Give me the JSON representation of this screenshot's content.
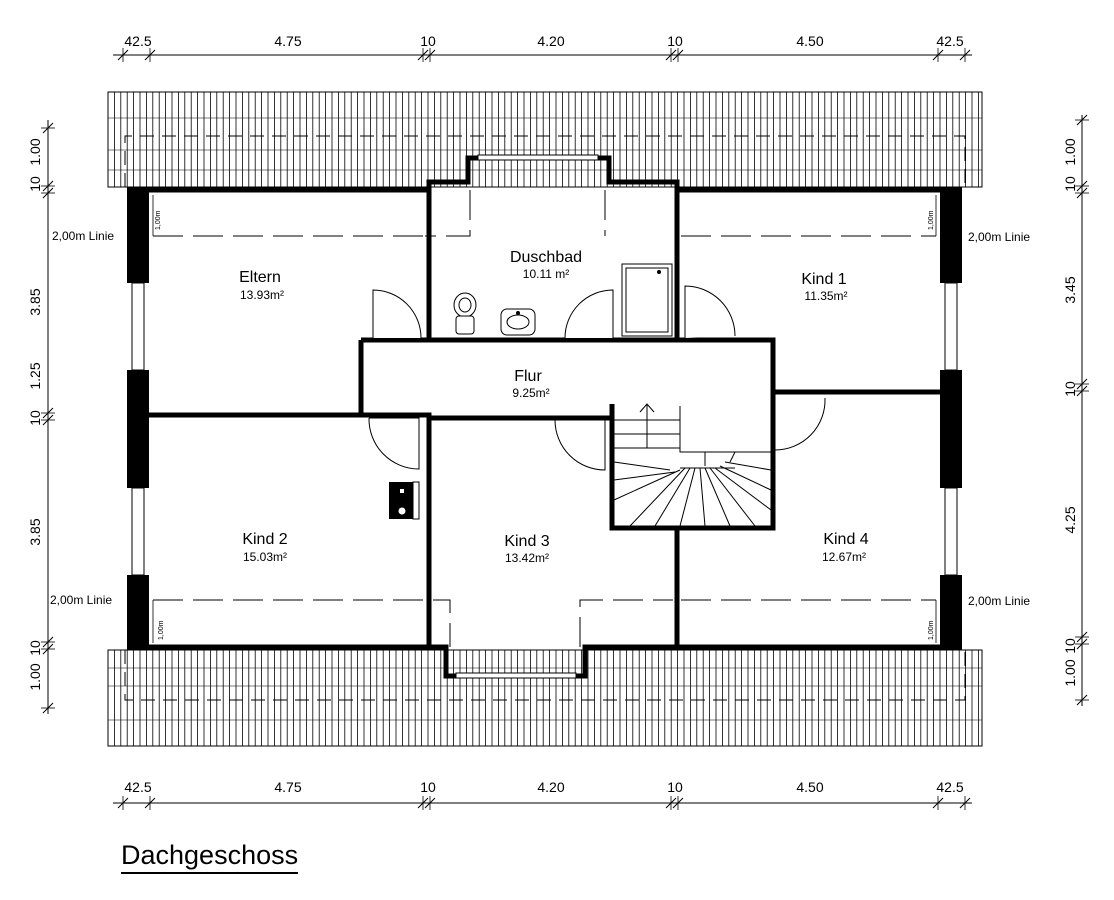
{
  "plan": {
    "title": "Dachgeschoss",
    "dims_top": [
      "42.5",
      "4.75",
      "10",
      "4.20",
      "10",
      "4.50",
      "42.5"
    ],
    "dims_bottom": [
      "42.5",
      "4.75",
      "10",
      "4.20",
      "10",
      "4.50",
      "42.5"
    ],
    "dims_left": [
      "1.00",
      "10",
      "3.85",
      "1.25",
      "10",
      "3.85",
      "10",
      "1.00"
    ],
    "dims_right": [
      "1.00",
      "10",
      "3.45",
      "10",
      "4.25",
      "10",
      "1.00"
    ],
    "linie_label": "2,00m Linie",
    "small_dim": "1,00m",
    "rooms": {
      "eltern": {
        "name": "Eltern",
        "area": "13.93m²"
      },
      "duschbad": {
        "name": "Duschbad",
        "area": "10.11 m²"
      },
      "kind1": {
        "name": "Kind 1",
        "area": "11.35m²"
      },
      "flur": {
        "name": "Flur",
        "area": "9.25m²"
      },
      "kind2": {
        "name": "Kind 2",
        "area": "15.03m²"
      },
      "kind3": {
        "name": "Kind 3",
        "area": "13.42m²"
      },
      "kind4": {
        "name": "Kind 4",
        "area": "12.67m²"
      }
    }
  }
}
